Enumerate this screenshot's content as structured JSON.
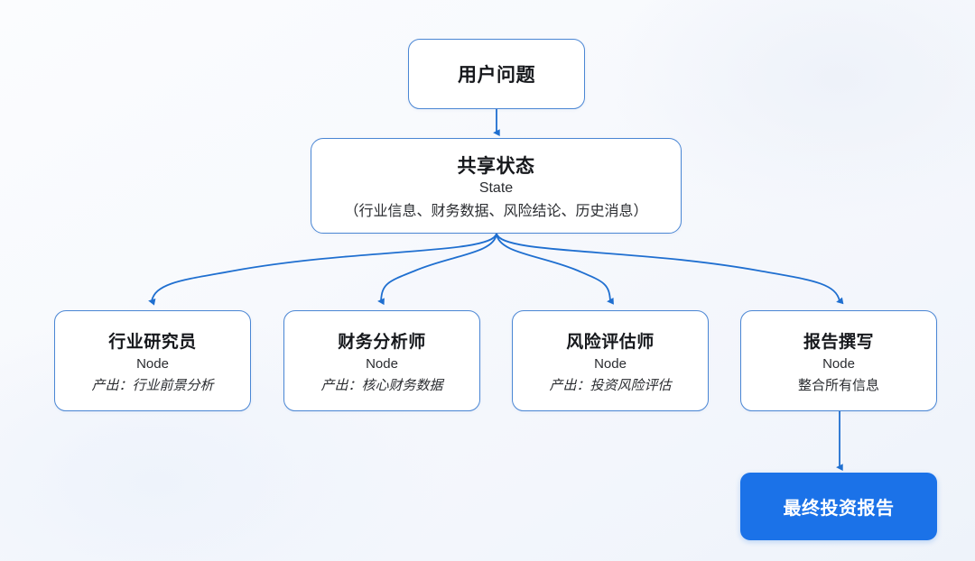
{
  "theme": {
    "accent": "#1b72e8",
    "border": "#4a86d4",
    "edge": "#1f6fd0",
    "box_fill": "#ffffff",
    "text": "#16181c",
    "background": "#f4f7fc"
  },
  "diagram": {
    "type": "flowchart",
    "root": {
      "id": "user-question",
      "title": "用户问题"
    },
    "state": {
      "id": "shared-state",
      "title": "共享状态",
      "subtitle": "State",
      "detail": "（行业信息、财务数据、风险结论、历史消息）"
    },
    "agents": [
      {
        "id": "industry-researcher",
        "title": "行业研究员",
        "subtitle": "Node",
        "output": "产出：行业前景分析",
        "output_italic": true
      },
      {
        "id": "financial-analyst",
        "title": "财务分析师",
        "subtitle": "Node",
        "output": "产出：核心财务数据",
        "output_italic": true
      },
      {
        "id": "risk-assessor",
        "title": "风险评估师",
        "subtitle": "Node",
        "output": "产出：投资风险评估",
        "output_italic": true
      },
      {
        "id": "report-writer",
        "title": "报告撰写",
        "subtitle": "Node",
        "output": "整合所有信息",
        "output_italic": false
      }
    ],
    "final": {
      "id": "final-report",
      "title": "最终投资报告"
    },
    "edges": [
      {
        "from": "user-question",
        "to": "shared-state",
        "style": "straight-arrow"
      },
      {
        "from": "shared-state",
        "to": "industry-researcher",
        "style": "curved-arrow"
      },
      {
        "from": "shared-state",
        "to": "financial-analyst",
        "style": "curved-arrow"
      },
      {
        "from": "shared-state",
        "to": "risk-assessor",
        "style": "curved-arrow"
      },
      {
        "from": "shared-state",
        "to": "report-writer",
        "style": "curved-arrow"
      },
      {
        "from": "report-writer",
        "to": "final-report",
        "style": "straight-arrow"
      }
    ]
  }
}
